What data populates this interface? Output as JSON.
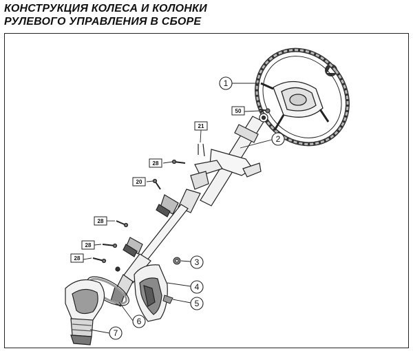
{
  "title": {
    "line1": "КОНСТРУКЦИЯ КОЛЕСА И КОЛОНКИ",
    "line2": "РУЛЕВОГО УПРАВЛЕНИЯ В СБОРЕ"
  },
  "callouts": [
    {
      "id": "1",
      "label": "1"
    },
    {
      "id": "2",
      "label": "2"
    },
    {
      "id": "3",
      "label": "3"
    },
    {
      "id": "4",
      "label": "4"
    },
    {
      "id": "5",
      "label": "5"
    },
    {
      "id": "6",
      "label": "6"
    },
    {
      "id": "7",
      "label": "7"
    }
  ],
  "torque_labels": [
    {
      "id": "t50",
      "label": "50"
    },
    {
      "id": "t21",
      "label": "21"
    },
    {
      "id": "t28a",
      "label": "28"
    },
    {
      "id": "t20",
      "label": "20"
    },
    {
      "id": "t28b",
      "label": "28"
    },
    {
      "id": "t28c",
      "label": "28"
    },
    {
      "id": "t28d",
      "label": "28"
    }
  ],
  "colors": {
    "line": "#222222",
    "fill": "#ffffff",
    "shade": "#bdbdbd",
    "dark": "#555555"
  },
  "icons": {
    "logo": "warning-triangle-logo"
  }
}
